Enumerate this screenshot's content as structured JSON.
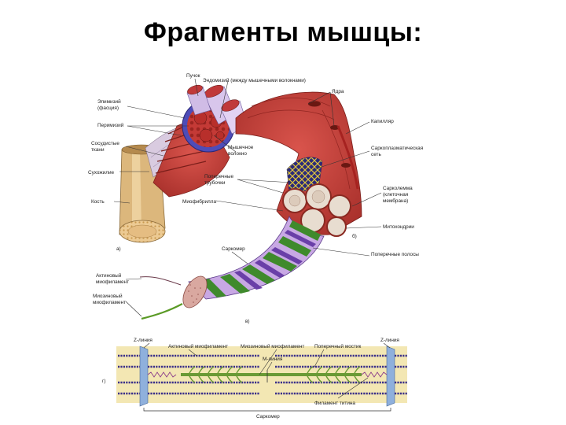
{
  "title": "Фрагменты мышцы:",
  "labels": {
    "puchok": "Пучок",
    "endomysium": "Эндомизий (между мышечными волокнами)",
    "yadra": "Ядра",
    "epimysium_1": "Эпимизий",
    "epimysium_2": "(фасция)",
    "perimysium": "Перимизий",
    "connective_1": "Сосудистые",
    "connective_2": "ткани",
    "tendon": "Сухожилие",
    "bone": "Кость",
    "capillary": "Капилляр",
    "sr_1": "Саркоплазматическая",
    "sr_2": "сеть",
    "muscle_fiber_1": "Мышечное",
    "muscle_fiber_2": "волокно",
    "t_tubules_1": "Поперечные",
    "t_tubules_2": "трубочки",
    "myofibrils": "Миофибрилла",
    "sarcolemma_1": "Сарколемма",
    "sarcolemma_2": "(клеточная",
    "sarcolemma_3": "мембрана)",
    "mitochondria": "Митохондрии",
    "sarcomere_top": "Саркомер",
    "striations": "Поперечные полосы",
    "actin_1": "Актиновый",
    "actin_2": "миофиламент",
    "myosin_1": "Миозиновый",
    "myosin_2": "миофиламент",
    "z_line_left": "Z-линия",
    "z_line_right": "Z-линия",
    "actin_bottom": "Актиновый миофиламент",
    "myosin_bottom": "Миозиновый миофиламент",
    "cross_bridge": "Поперечный мостик",
    "m_line": "М-линия",
    "titin": "Филамент титина",
    "sarcomere_bottom": "Саркомер",
    "fig_a": "а)",
    "fig_b": "б)",
    "fig_v": "в)",
    "fig_g": "г)"
  },
  "colors": {
    "muscle": "#c8403a",
    "muscle_dark": "#8f2420",
    "fiber_blue": "#5a58c8",
    "fiber_light": "#d9c8ee",
    "bone": "#e3c48a",
    "bone_inner": "#e9c89a",
    "tendon": "#d8ccd8",
    "myofibril_purple": "#a77ed0",
    "myofibril_green": "#3f8a2c",
    "sarcomere_bg": "#f2e6b0",
    "myosin_green": "#6a9a35",
    "actin_purple": "#3a2f8a",
    "zdisc_blue": "#8fb0dc"
  }
}
